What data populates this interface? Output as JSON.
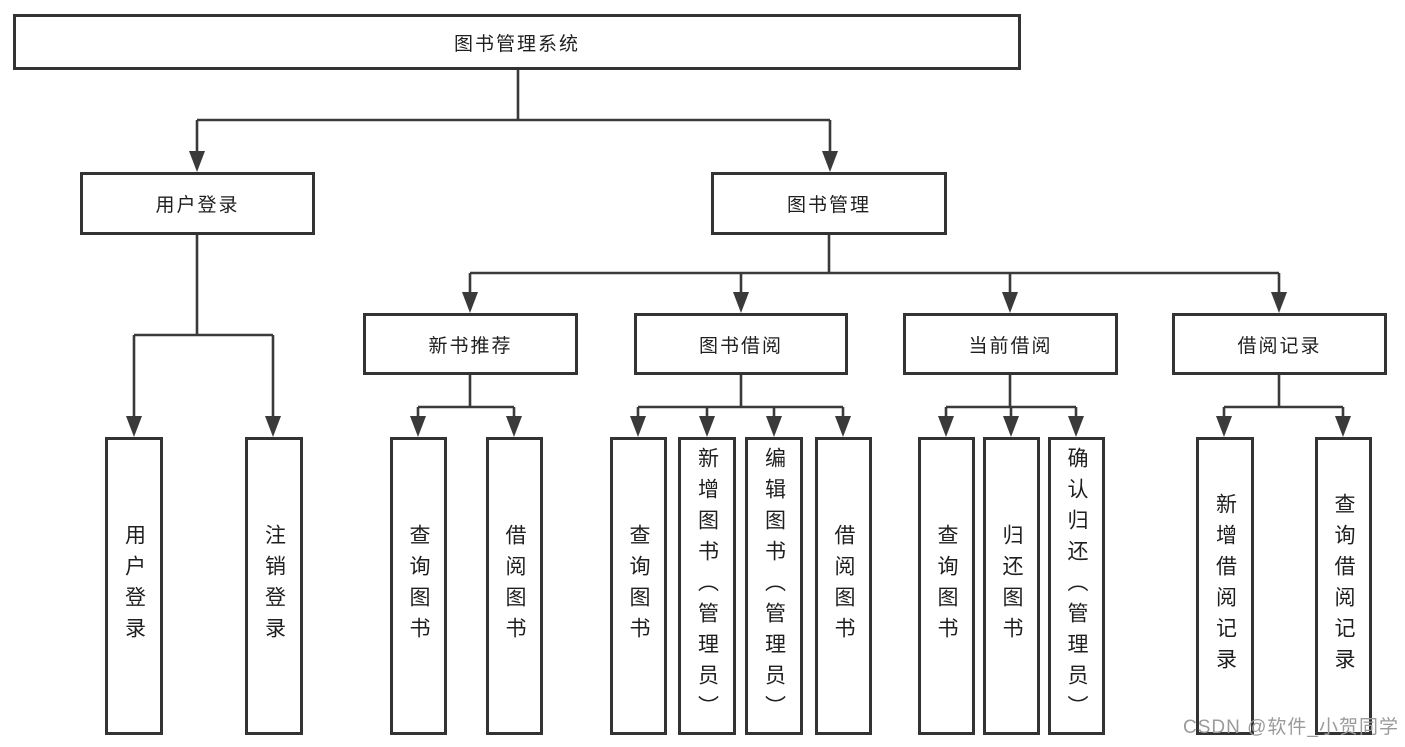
{
  "diagram": {
    "title": "图书管理系统",
    "colors": {
      "line": "#3a3a3a",
      "box_border": "#333333",
      "text": "#1f1f1f",
      "background": "#ffffff",
      "watermark": "#9b9b9b"
    }
  },
  "nodes": [
    {
      "id": "root",
      "label": "图书管理系统"
    },
    {
      "id": "user-login-branch",
      "label": "用户登录"
    },
    {
      "id": "book-management",
      "label": "图书管理"
    },
    {
      "id": "user-login-leaf",
      "label": "用户登录"
    },
    {
      "id": "logout-leaf",
      "label": "注销登录"
    },
    {
      "id": "new-book-recommend",
      "label": "新书推荐"
    },
    {
      "id": "book-borrowing",
      "label": "图书借阅"
    },
    {
      "id": "current-borrowing",
      "label": "当前借阅"
    },
    {
      "id": "borrowing-records",
      "label": "借阅记录"
    },
    {
      "id": "query-books-recommend",
      "label": "查询图书"
    },
    {
      "id": "borrow-books-recommend",
      "label": "借阅图书"
    },
    {
      "id": "query-books-borrowing",
      "label": "查询图书"
    },
    {
      "id": "add-books-admin",
      "label": "新增图书（管理员）"
    },
    {
      "id": "edit-books-admin",
      "label": "编辑图书（管理员）"
    },
    {
      "id": "borrow-books-borrowing",
      "label": "借阅图书"
    },
    {
      "id": "query-books-current",
      "label": "查询图书"
    },
    {
      "id": "return-books",
      "label": "归还图书"
    },
    {
      "id": "confirm-return-admin",
      "label": "确认归还（管理员）"
    },
    {
      "id": "add-borrow-record",
      "label": "新增借阅记录"
    },
    {
      "id": "query-borrow-record",
      "label": "查询借阅记录"
    }
  ],
  "watermark": {
    "text": "CSDN @软件_小贺同学"
  }
}
